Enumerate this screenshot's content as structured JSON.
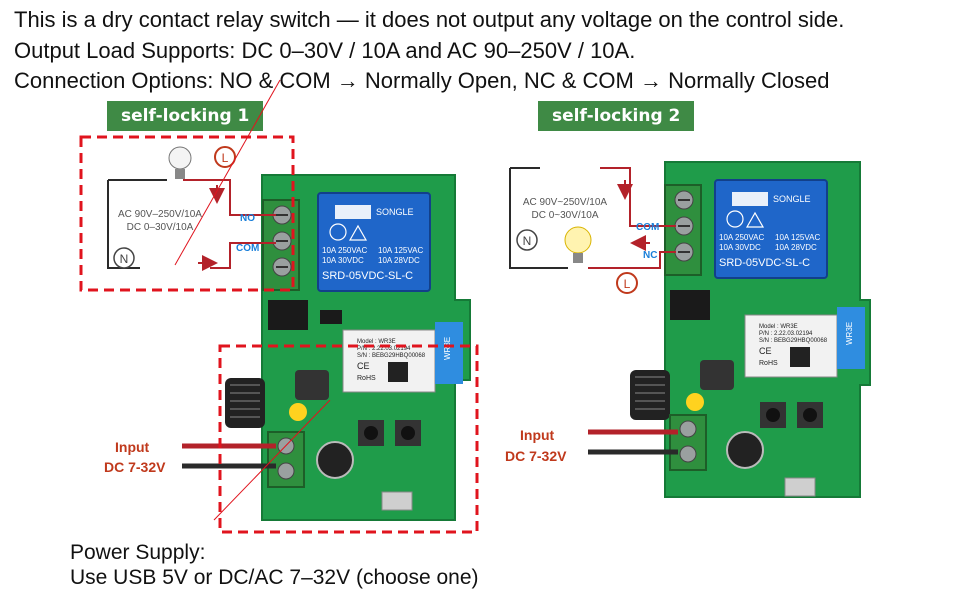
{
  "header": {
    "line1": "This is a dry contact relay switch — it does not output any voltage on the control side.",
    "line2": "Output Load Supports: DC 0–30V / 10A and AC 90–250V / 10A.",
    "line3": "Connection Options: NO & COM → Normally Open, NC & COM → Normally Closed"
  },
  "panel_left": {
    "tag": "self-locking 1",
    "load_line1": "AC 90V–250V/10A",
    "load_line2": "DC 0–30V/10A",
    "terminal_top": "NO",
    "terminal_bottom": "COM",
    "live_symbol": "L",
    "neutral_symbol": "N",
    "input_label": "Input",
    "input_voltage": "DC 7-32V"
  },
  "panel_right": {
    "tag": "self-locking 2",
    "load_line1": "AC 90V~250V/10A",
    "load_line2": "DC 0~30V/10A",
    "terminal_top": "COM",
    "terminal_bottom": "NC",
    "live_symbol": "L",
    "neutral_symbol": "N",
    "input_label": "Input",
    "input_voltage": "DC 7-32V"
  },
  "relay": {
    "brand": "SONGLE",
    "spec_a1": "10A 250VAC",
    "spec_a2": "10A 125VAC",
    "spec_b1": "10A 30VDC",
    "spec_b2": "10A 28VDC",
    "model": "SRD-05VDC-SL-C"
  },
  "wifi_module_left": {
    "l1": "Model : WR3E",
    "l2": "P/N : 2.22.03.02194",
    "l3": "S/N : BEBG29HBQ00068",
    "ce": "CE",
    "rohs": "RoHS",
    "side": "WR3E"
  },
  "wifi_module_right": {
    "l1": "Model : WR3E",
    "l2": "P/N : 2.22.03.02194",
    "l3": "S/N : BEBG29HBQ00068",
    "ce": "CE",
    "rohs": "RoHS",
    "side": "WR3E"
  },
  "footer": {
    "line1": "Power Supply:",
    "line2": "Use USB 5V or DC/AC 7–32V (choose one)"
  },
  "colors": {
    "pcb": "#1f9c4a",
    "pcb_dark": "#157a37",
    "terminal": "#2f8f3e",
    "relay": "#1f66c9",
    "wire_red": "#b3222a",
    "wire_black": "#2a2a2a",
    "dash": "#e0141e",
    "tag": "#3f8a45",
    "label_blue": "#1a7fd9",
    "label_orange": "#c0391c"
  }
}
